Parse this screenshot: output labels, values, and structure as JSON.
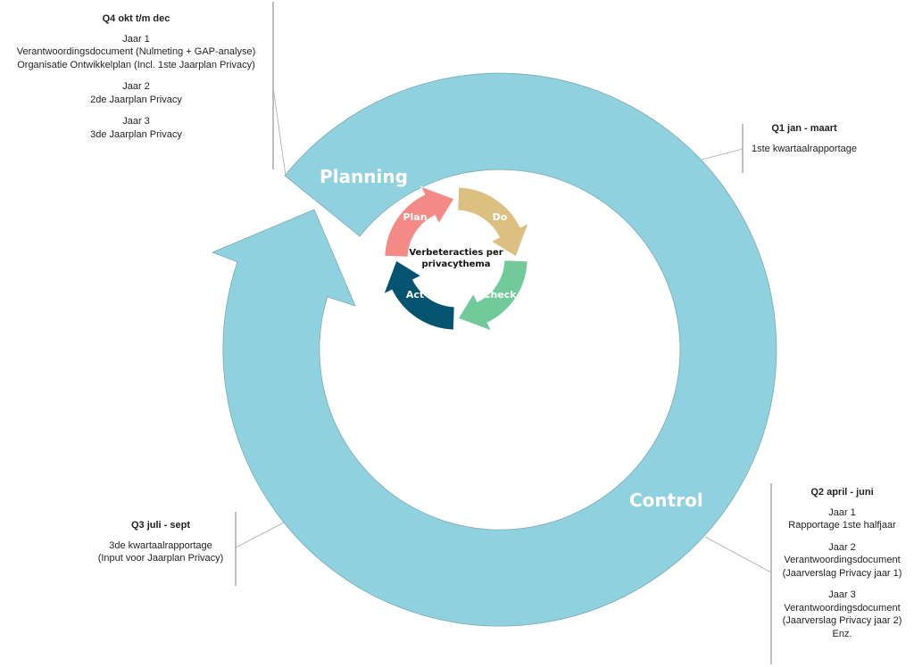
{
  "cycle": {
    "ring_color": "#8fd1df",
    "ring_stroke": "#7aaab5",
    "labels": {
      "planning": "Planning",
      "control": "Control"
    }
  },
  "pdca": {
    "center_text": [
      "Verbeteracties per",
      "privacythema"
    ],
    "steps": [
      {
        "key": "plan",
        "label": "Plan",
        "color": "#f48a85"
      },
      {
        "key": "do",
        "label": "Do",
        "color": "#dcc081"
      },
      {
        "key": "check",
        "label": "Check",
        "color": "#72c99a"
      },
      {
        "key": "act",
        "label": "Act",
        "color": "#045471"
      }
    ]
  },
  "callouts": {
    "q4": {
      "title": "Q4 okt t/m dec",
      "blocks": [
        [
          "Jaar 1",
          "Verantwoordingsdocument (Nulmeting + GAP-analyse)",
          "Organisatie Ontwikkelplan (Incl. 1ste Jaarplan Privacy)"
        ],
        [
          "Jaar 2",
          "2de Jaarplan Privacy"
        ],
        [
          "Jaar 3",
          "3de Jaarplan Privacy"
        ]
      ]
    },
    "q1": {
      "title": "Q1 jan - maart",
      "blocks": [
        [
          "1ste kwartaalrapportage"
        ]
      ]
    },
    "q2": {
      "title": "Q2 april - juni",
      "blocks": [
        [
          "Jaar 1",
          "Rapportage 1ste halfjaar"
        ],
        [
          "Jaar 2",
          "Verantwoordingsdocument",
          "(Jaarverslag Privacy jaar 1)"
        ],
        [
          "Jaar 3",
          "Verantwoordingsdocument",
          "(Jaarverslag Privacy jaar 2)",
          "Enz."
        ]
      ]
    },
    "q3": {
      "title": "Q3 juli - sept",
      "blocks": [
        [
          "3de kwartaalrapportage",
          "(Input voor Jaarplan Privacy)"
        ]
      ]
    }
  }
}
